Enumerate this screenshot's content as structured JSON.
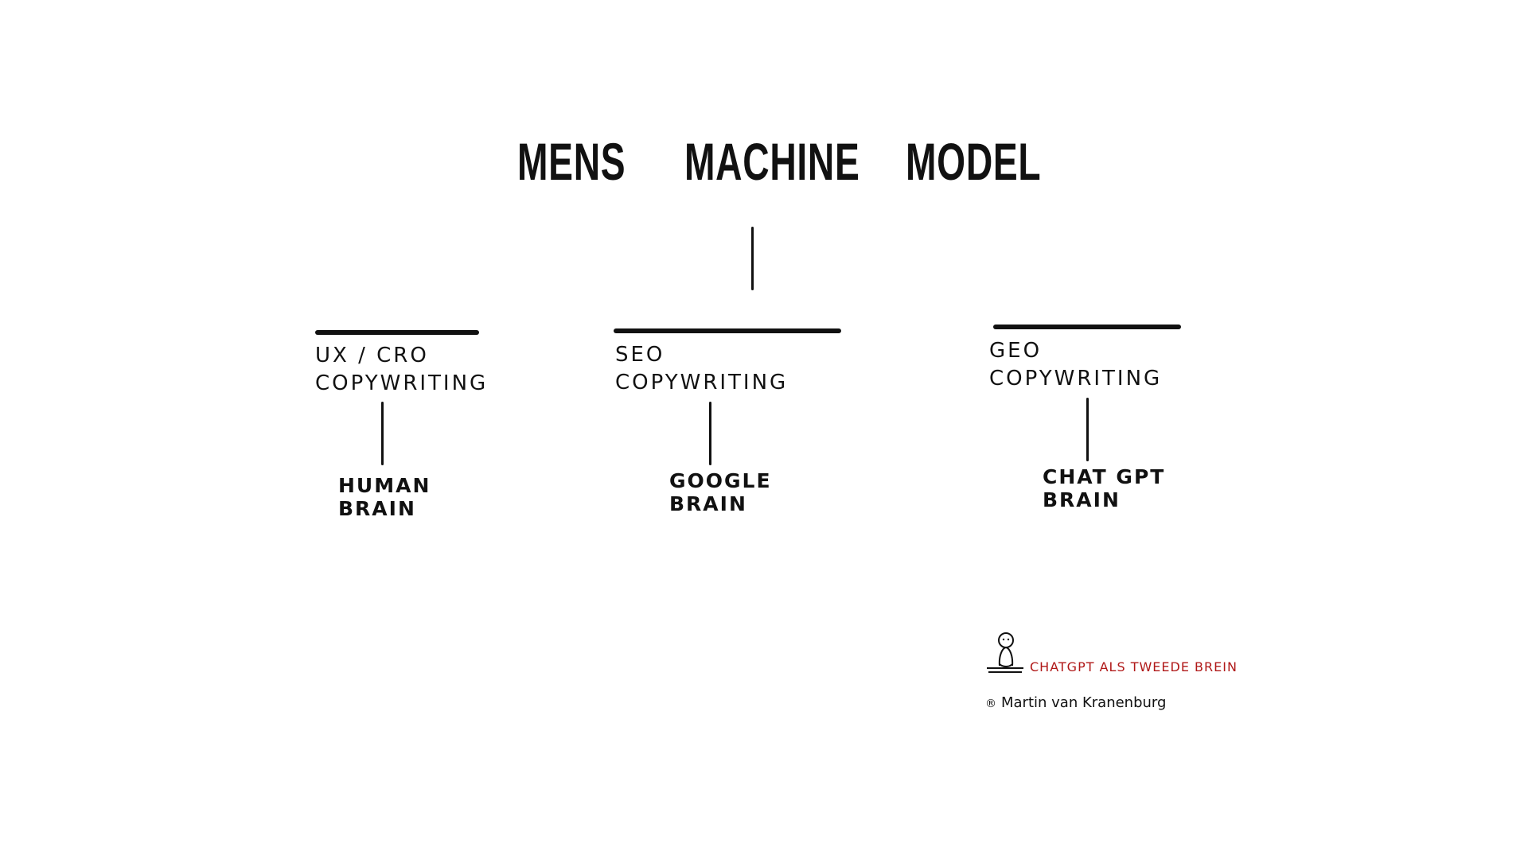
{
  "title": {
    "words": [
      "MENS",
      "MACHINE",
      "MODEL"
    ]
  },
  "branches": [
    {
      "name_lines": [
        "UX / CRO",
        "COPYWRITING"
      ],
      "brain_lines": [
        "HUMAN",
        "BRAIN"
      ]
    },
    {
      "name_lines": [
        "SEO",
        "COPYWRITING"
      ],
      "brain_lines": [
        "GOOGLE",
        "BRAIN"
      ]
    },
    {
      "name_lines": [
        "GEO",
        "COPYWRITING"
      ],
      "brain_lines": [
        "CHAT GPT",
        "BRAIN"
      ]
    }
  ],
  "signature": {
    "brand": "CHATGPT ALS TWEEDE BREIN",
    "copyright_symbol": "®",
    "author": "Martin van Kranenburg",
    "brand_color": "#b01818"
  }
}
